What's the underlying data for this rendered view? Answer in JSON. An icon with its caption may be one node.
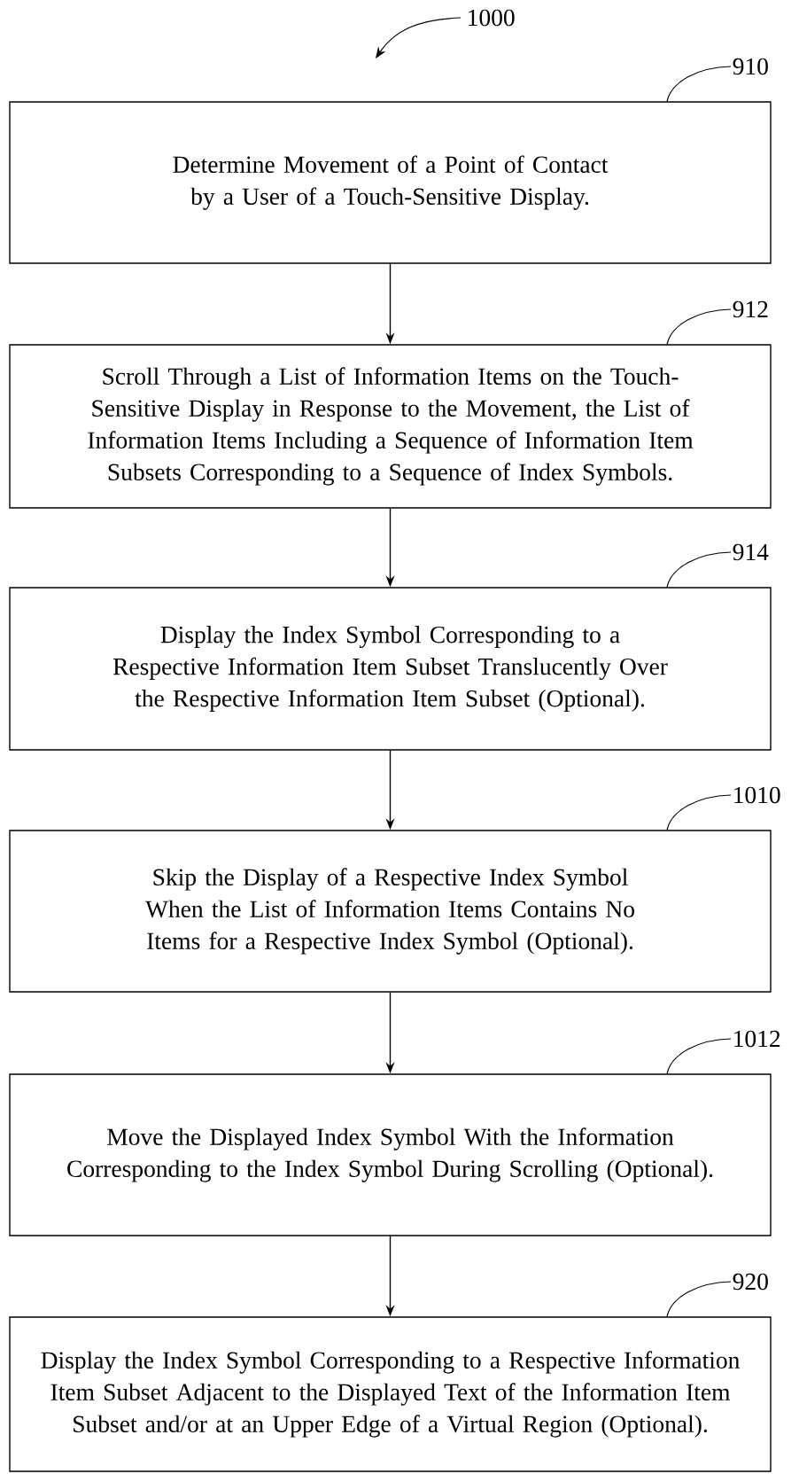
{
  "diagram": {
    "nodes": [
      {
        "text": [
          "Determine Movement of a Point of Contact by a User of a Touch-Sensitive Display."
        ]
      },
      {
        "text": [
          "Scroll Through a List of Information Items on the Touch-Sensitive Display in Response to the Movement, the List of Information Items Including a Sequence of Information Item Subsets Corresponding to a Sequence of Index Symbols."
        ]
      },
      {
        "text": [
          "Display the Index Symbol Corresponding to a Respective Information Item Subset Translucently Over the Respective Information Item Subset (Optional)."
        ]
      },
      {
        "text": [
          "Skip the Display of a Respective Index Symbol When the List of Information Items Contains No Items for a Respective Index Symbol (Optional)."
        ]
      },
      {
        "text": [
          "Move the Displayed Index Symbol With the Information Corresponding to the Index Symbol During Scrolling (Optional)."
        ]
      },
      {
        "text": [
          "Display the Index Symbol Corresponding to a Respective Information Item Subset Adjacent to the Displayed Text of the Information Item Subset and/or at an Upper Edge of a Virtual Region (Optional)."
        ]
      },
      {
        "text": [
          "910"
        ]
      },
      {
        "text": [
          "912"
        ]
      },
      {
        "text": [
          "914"
        ]
      },
      {
        "text": [
          "1010"
        ]
      },
      {
        "text": [
          "1012"
        ]
      },
      {
        "text": [
          "920"
        ]
      }
    ],
    "edges": [
      {
        "from": 0,
        "to": 1,
        "arrow": "to"
      },
      {
        "from": 1,
        "to": 2,
        "arrow": "to"
      },
      {
        "from": 2,
        "to": 3,
        "arrow": "to"
      },
      {
        "from": 3,
        "to": 4,
        "arrow": "to"
      },
      {
        "from": 4,
        "to": 5,
        "arrow": "to"
      },
      {
        "from": 6,
        "to": 0,
        "arrow": "none"
      },
      {
        "from": 7,
        "to": 1,
        "arrow": "none"
      },
      {
        "from": 8,
        "to": 2,
        "arrow": "none"
      },
      {
        "from": 9,
        "to": 3,
        "arrow": "none"
      },
      {
        "from": 10,
        "to": 4,
        "arrow": "none"
      },
      {
        "from": 11,
        "to": 5,
        "arrow": "none"
      }
    ],
    "labels": [
      "1000"
    ]
  }
}
